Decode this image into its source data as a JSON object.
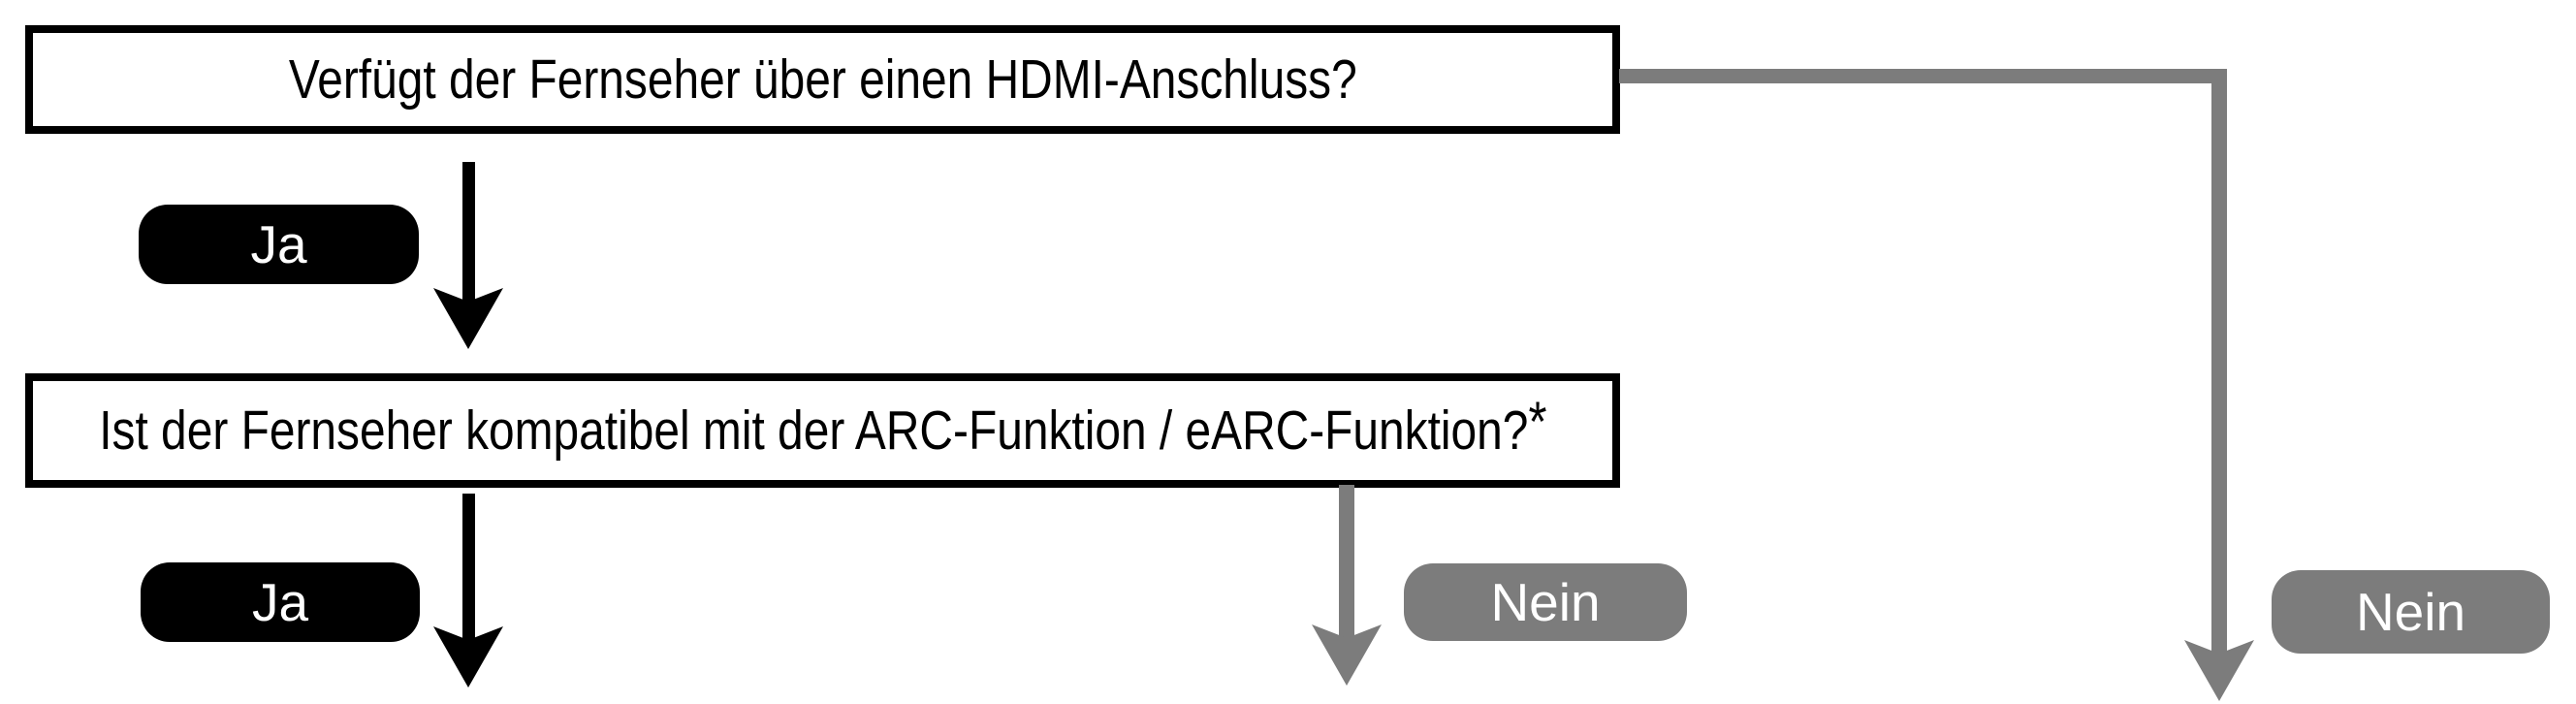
{
  "diagram": {
    "type": "flowchart",
    "language": "de",
    "questions": [
      {
        "id": "q1",
        "text": "Verfügt der Fernseher über einen HDMI-Anschluss?"
      },
      {
        "id": "q2",
        "text": "Ist der Fernseher kompatibel mit der ARC-Funktion / eARC-Funktion?",
        "footnote_marker": "*"
      }
    ],
    "answer_labels": [
      {
        "id": "ja1",
        "label": "Ja",
        "style": "yes",
        "attached_to": "q1"
      },
      {
        "id": "ja2",
        "label": "Ja",
        "style": "yes",
        "attached_to": "q2"
      },
      {
        "id": "nein1",
        "label": "Nein",
        "style": "no",
        "attached_to": "q2"
      },
      {
        "id": "nein2",
        "label": "Nein",
        "style": "no",
        "attached_to": "q1"
      }
    ],
    "edges": [
      {
        "from": "q1",
        "answer": "Ja",
        "to": "q2",
        "direction": "down",
        "color": "black"
      },
      {
        "from": "q1",
        "answer": "Nein",
        "to": "offscreen",
        "direction": "right-then-down",
        "color": "gray"
      },
      {
        "from": "q2",
        "answer": "Ja",
        "to": "offscreen",
        "direction": "down",
        "color": "black"
      },
      {
        "from": "q2",
        "answer": "Nein",
        "to": "offscreen",
        "direction": "down",
        "color": "gray"
      }
    ],
    "colors": {
      "yes": "#000000",
      "no": "#7c7c7c",
      "line_black": "#000000",
      "line_gray": "#7c7c7c",
      "box_border": "#000000",
      "text": "#000000",
      "badge_text": "#ffffff",
      "background": "#ffffff"
    }
  }
}
